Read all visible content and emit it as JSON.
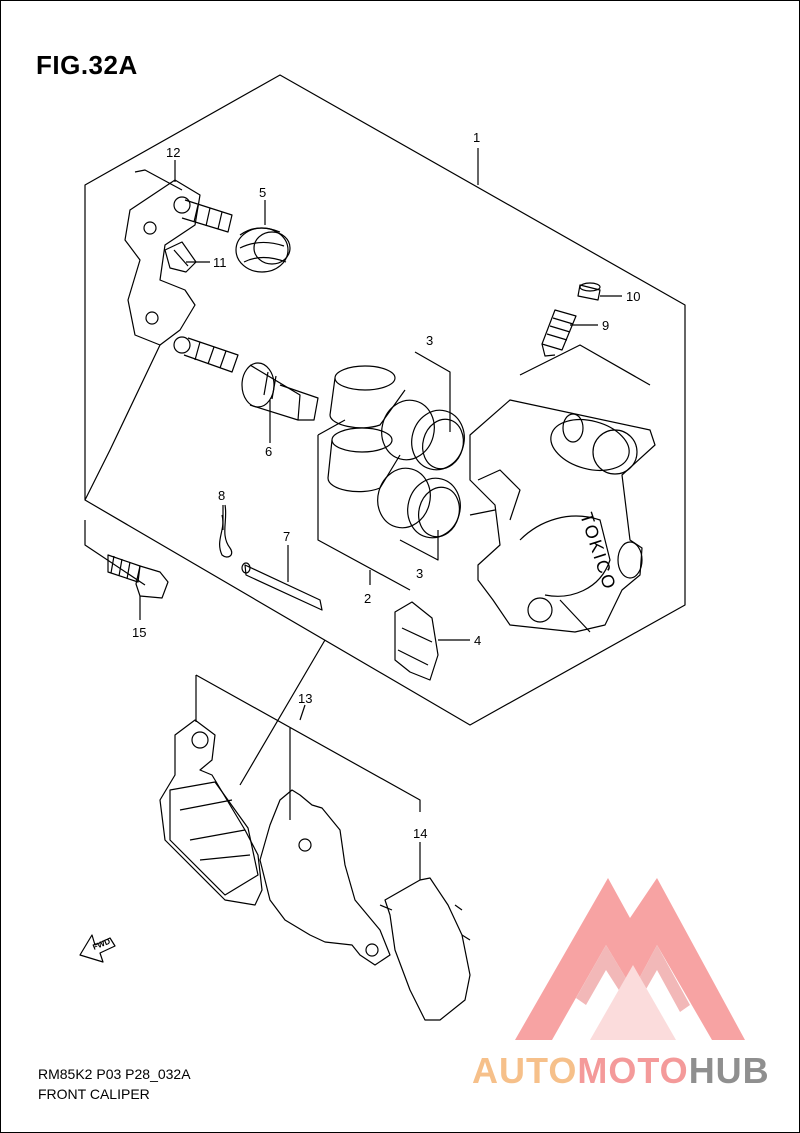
{
  "figure": {
    "title": "FIG.32A",
    "code": "RM85K2 P03 P28_032A",
    "name": "FRONT CALIPER"
  },
  "caliper_brand": "TOKICO",
  "fwd_label": "FWD",
  "watermark": {
    "part1": "AUTO",
    "part2": "MOTO",
    "part3": "HUB"
  },
  "parts": [
    {
      "id": "1"
    },
    {
      "id": "2"
    },
    {
      "id": "3"
    },
    {
      "id": "3"
    },
    {
      "id": "4"
    },
    {
      "id": "5"
    },
    {
      "id": "6"
    },
    {
      "id": "7"
    },
    {
      "id": "8"
    },
    {
      "id": "9"
    },
    {
      "id": "10"
    },
    {
      "id": "11"
    },
    {
      "id": "12"
    },
    {
      "id": "13"
    },
    {
      "id": "14"
    },
    {
      "id": "15"
    }
  ],
  "colors": {
    "line": "#000000",
    "watermark_red": "#f48f8f",
    "watermark_orange": "#f6c08a",
    "watermark_gray": "#8f8f8f"
  }
}
